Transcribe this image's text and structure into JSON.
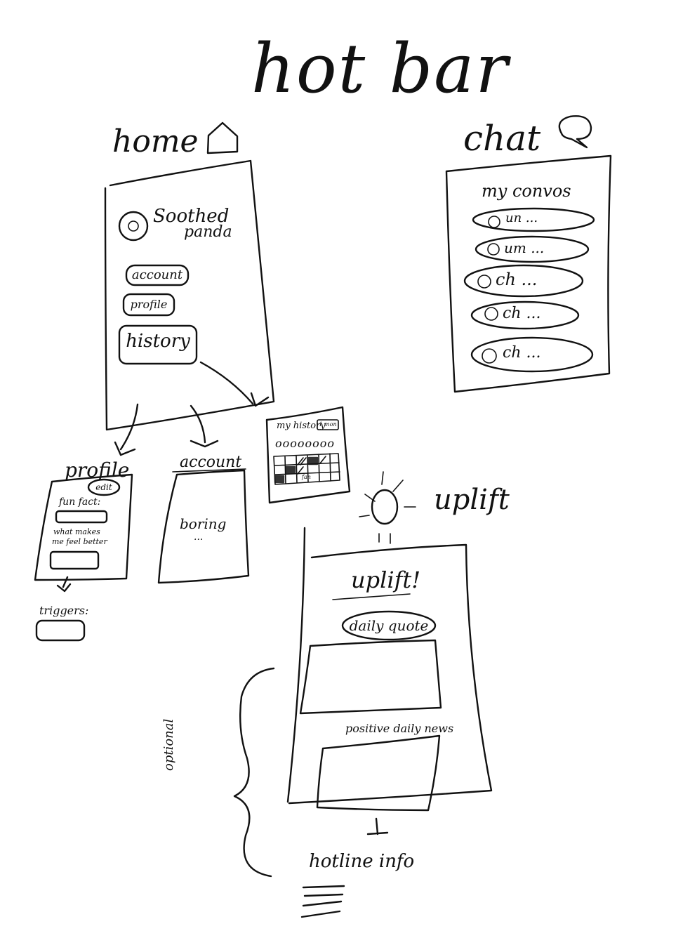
{
  "title": "hot bar",
  "home": {
    "heading": "home",
    "app_name_line1": "Soothed",
    "app_name_line2": "panda",
    "buttons": [
      "account",
      "profile",
      "history"
    ]
  },
  "chat": {
    "heading": "chat",
    "list_title": "my convos",
    "convos": [
      "un ...",
      "um ...",
      "ch ...",
      "ch ...",
      "ch ..."
    ]
  },
  "profile": {
    "heading": "profile",
    "edit_label": "edit",
    "fun_fact_label": "fun fact:",
    "feel_better_line1": "what makes",
    "feel_better_line2": "me feel better",
    "triggers_label": "triggers:"
  },
  "account": {
    "heading": "account",
    "body_text": "boring",
    "ellipsis": "..."
  },
  "history": {
    "title": "my history",
    "range_label": "1 mon",
    "dots": "oooooooo",
    "day_label": "fan"
  },
  "uplift": {
    "heading": "uplift",
    "screen_title": "uplift!",
    "daily_quote": "daily quote",
    "positive_news": "positive daily news",
    "optional_label": "optional",
    "hotline": "hotline info"
  }
}
